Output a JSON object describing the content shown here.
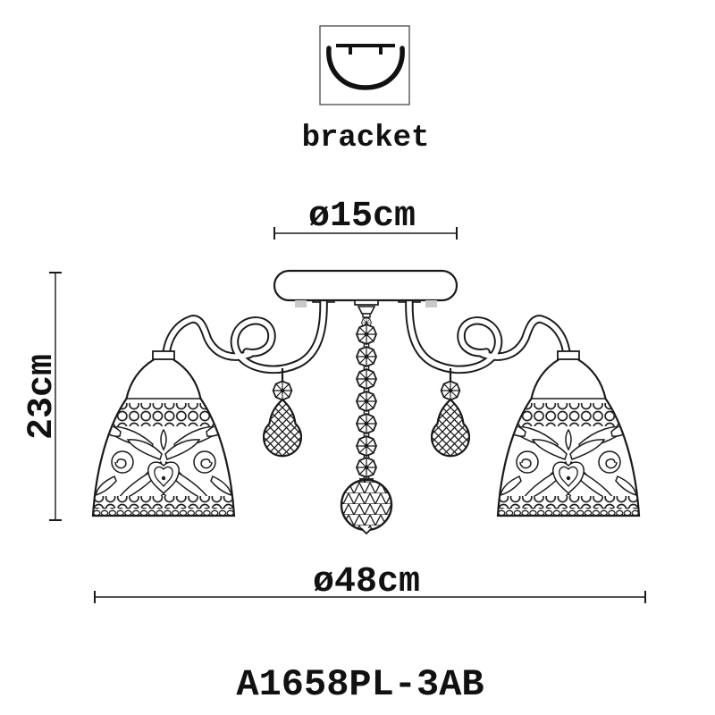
{
  "title": "Ceiling chandelier technical line drawing",
  "labels": {
    "bracket": "bracket"
  },
  "dimensions": {
    "canopy_diameter": "ø15cm",
    "height": "23cm",
    "overall_diameter": "ø48cm"
  },
  "model_number": "A1658PL-3AB",
  "icons": {
    "bracket_icon": "ceiling-mount-bracket"
  },
  "colors": {
    "line": "#1a1a1a",
    "background": "#ffffff",
    "clip_fill": "#c9c9c9"
  }
}
